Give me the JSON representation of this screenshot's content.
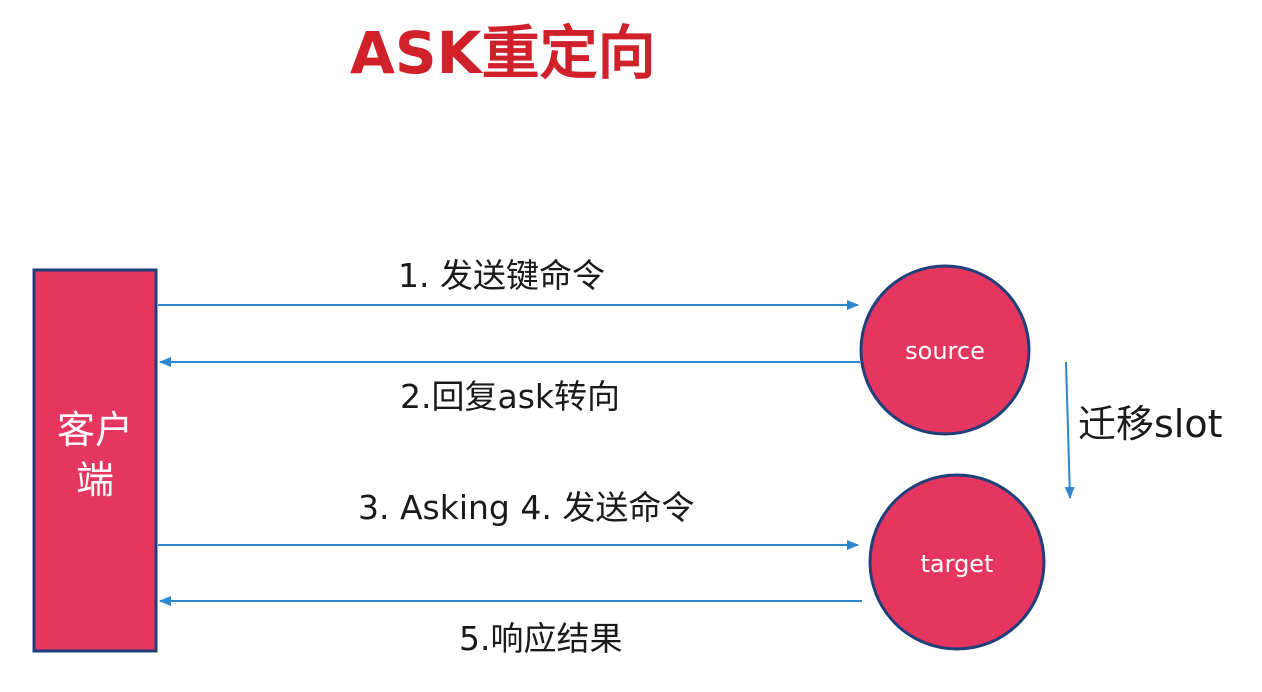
{
  "title": "ASK重定向",
  "client": {
    "label_line1": "客户",
    "label_line2": "端"
  },
  "nodes": {
    "source": "source",
    "target": "target"
  },
  "messages": {
    "step1": "1. 发送键命令",
    "step2": "2.回复ask转向",
    "step3_4": "3. Asking 4. 发送命令",
    "step5": "5.响应结果"
  },
  "migration": "迁移slot",
  "colors": {
    "node_fill": "#e53660",
    "node_stroke": "#1f3f7a",
    "arrow": "#2e86cf",
    "title": "#d0202a"
  }
}
